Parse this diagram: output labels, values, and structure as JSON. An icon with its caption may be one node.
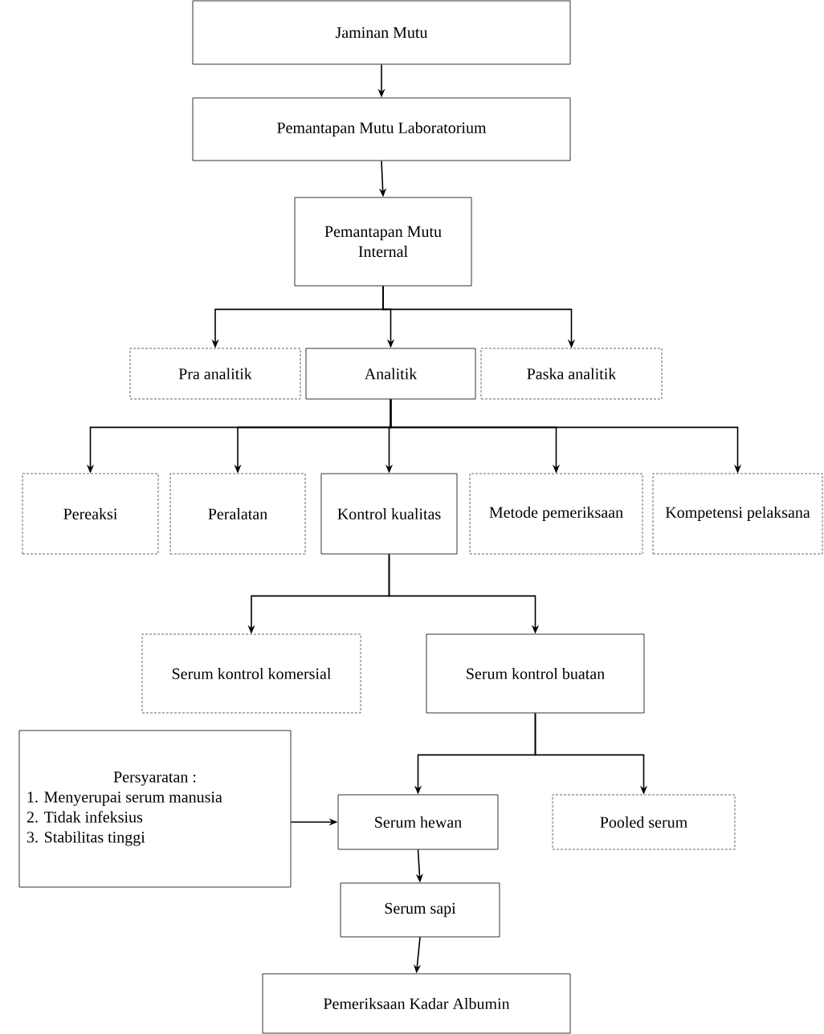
{
  "diagram": {
    "nodes": [
      {
        "text": [
          "Jaminan Mutu"
        ]
      },
      {
        "text": [
          "Pemantapan Mutu Laboratorium"
        ]
      },
      {
        "text": [
          "Pemantapan Mutu Internal"
        ]
      },
      {
        "text": [
          "Pra analitik"
        ]
      },
      {
        "text": [
          "Analitik"
        ]
      },
      {
        "text": [
          "Paska analitik"
        ]
      },
      {
        "text": [
          "Pereaksi"
        ]
      },
      {
        "text": [
          "Peralatan"
        ]
      },
      {
        "text": [
          "Kontrol kualitas"
        ]
      },
      {
        "text": [
          "Metode pemeriksaan"
        ]
      },
      {
        "text": [
          "Kompetensi pelaksana"
        ]
      },
      {
        "text": [
          "Serum kontrol komersial"
        ]
      },
      {
        "text": [
          "Serum kontrol buatan"
        ]
      },
      {
        "text": [
          "Persyaratan :",
          "1. Menyerupai serum manusia",
          "2. Tidak infeksius",
          "3. Stabilitas tinggi"
        ]
      },
      {
        "text": [
          "Serum hewan"
        ]
      },
      {
        "text": [
          "Pooled serum"
        ]
      },
      {
        "text": [
          "Serum sapi"
        ]
      },
      {
        "text": [
          "Pemeriksaan Kadar Albumin"
        ]
      }
    ],
    "edges": [
      {
        "from": 0,
        "to": 1,
        "arrow": "to"
      },
      {
        "from": 1,
        "to": 2,
        "arrow": "to"
      },
      {
        "from": 2,
        "to": 3,
        "arrow": "to"
      },
      {
        "from": 2,
        "to": 4,
        "arrow": "to"
      },
      {
        "from": 2,
        "to": 5,
        "arrow": "to"
      },
      {
        "from": 4,
        "to": 6,
        "arrow": "to"
      },
      {
        "from": 4,
        "to": 7,
        "arrow": "to"
      },
      {
        "from": 4,
        "to": 8,
        "arrow": "to"
      },
      {
        "from": 4,
        "to": 9,
        "arrow": "to"
      },
      {
        "from": 4,
        "to": 10,
        "arrow": "to"
      },
      {
        "from": 8,
        "to": 11,
        "arrow": "to"
      },
      {
        "from": 8,
        "to": 12,
        "arrow": "to"
      },
      {
        "from": 12,
        "to": 14,
        "arrow": "to"
      },
      {
        "from": 12,
        "to": 15,
        "arrow": "to"
      },
      {
        "from": 13,
        "to": 14,
        "arrow": "to"
      },
      {
        "from": 14,
        "to": 16,
        "arrow": "to"
      },
      {
        "from": 16,
        "to": 17,
        "arrow": "to"
      }
    ]
  }
}
